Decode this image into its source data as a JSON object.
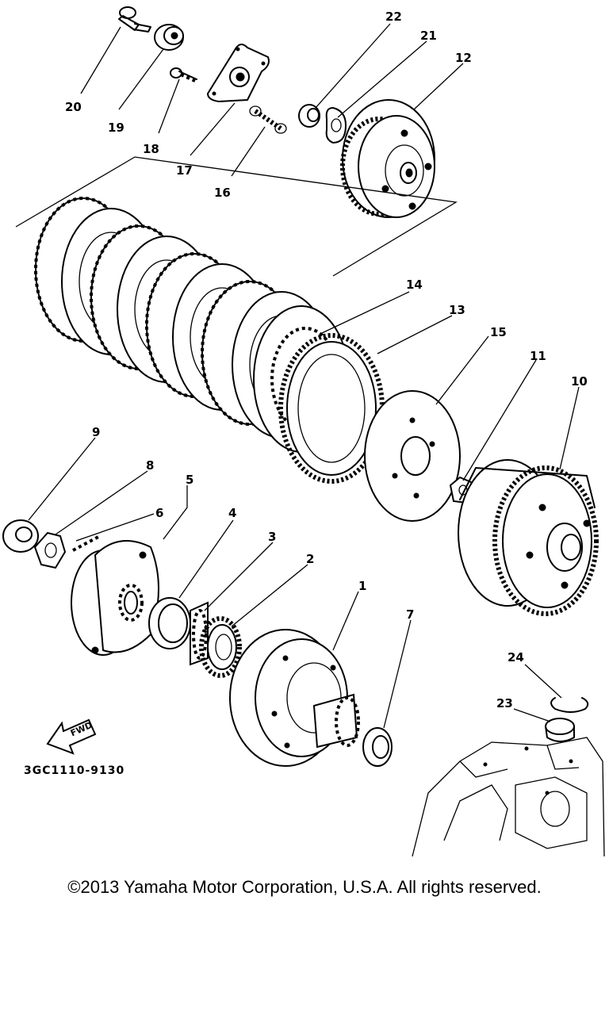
{
  "diagram": {
    "callouts": [
      {
        "id": "20",
        "text": "20"
      },
      {
        "id": "19",
        "text": "19"
      },
      {
        "id": "18",
        "text": "18"
      },
      {
        "id": "17",
        "text": "17"
      },
      {
        "id": "16",
        "text": "16"
      },
      {
        "id": "22",
        "text": "22"
      },
      {
        "id": "21",
        "text": "21"
      },
      {
        "id": "12",
        "text": "12"
      },
      {
        "id": "14",
        "text": "14"
      },
      {
        "id": "13",
        "text": "13"
      },
      {
        "id": "15",
        "text": "15"
      },
      {
        "id": "11",
        "text": "11"
      },
      {
        "id": "10",
        "text": "10"
      },
      {
        "id": "9",
        "text": "9"
      },
      {
        "id": "8",
        "text": "8"
      },
      {
        "id": "5",
        "text": "5"
      },
      {
        "id": "6",
        "text": "6"
      },
      {
        "id": "4",
        "text": "4"
      },
      {
        "id": "3",
        "text": "3"
      },
      {
        "id": "2",
        "text": "2"
      },
      {
        "id": "1",
        "text": "1"
      },
      {
        "id": "7",
        "text": "7"
      },
      {
        "id": "24",
        "text": "24"
      },
      {
        "id": "23",
        "text": "23"
      }
    ],
    "fwd_label": "FWD",
    "diagram_code": "3GC1110-9130"
  },
  "copyright": "©2013 Yamaha Motor Corporation, U.S.A. All rights reserved."
}
